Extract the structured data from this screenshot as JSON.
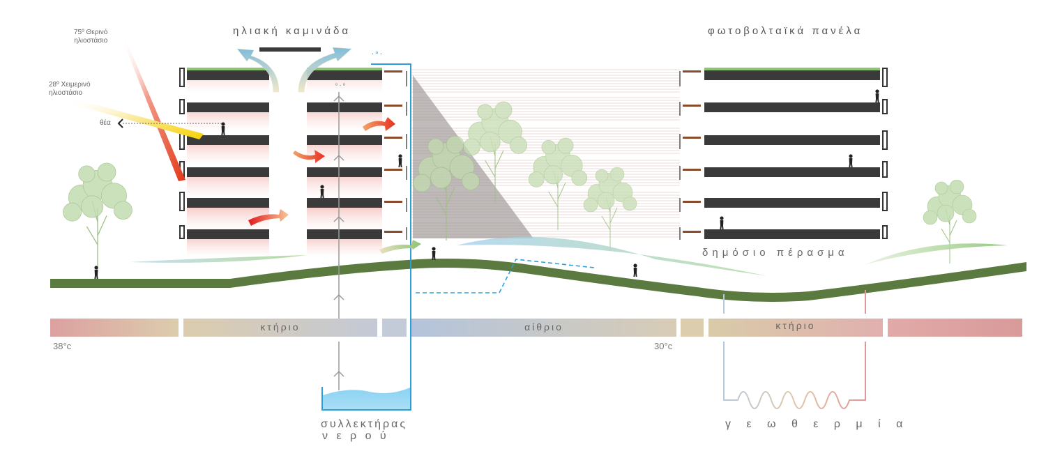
{
  "labels": {
    "solar_chimney": "ηλιακή καμινάδα",
    "pv_panels": "φωτοβολταϊκά πανέλα",
    "summer_solstice": "75º Θερινό\nηλιοστάσιο",
    "winter_solstice": "28º Χειμερινό\nηλιοστάσιο",
    "view": "θέα",
    "public_passage": "δημόσιο πέρασμα",
    "zone_building_left": "κτήριο",
    "zone_atrium": "αίθριο",
    "zone_building_right": "κτήριο",
    "temp_outside": "38°c",
    "temp_inside": "30°c",
    "water_collector_line1": "συλλεκτήρας",
    "water_collector_line2": "ν ε ρ ο ύ",
    "geothermal": "γ ε ω θ ε ρ μ ί α"
  },
  "colors": {
    "floor_slab": "#3a3a3a",
    "green_roof": "#8cc474",
    "ground": "#5a7a3f",
    "tree": "#9cc084",
    "water": "#2a9fdc",
    "hot": "#d9a3a3",
    "neutral": "#d8ccae",
    "cool": "#b8c8dc",
    "louver": "#8a4a2c"
  },
  "icons": [
    "sun-ray-summer",
    "sun-ray-winter",
    "airflow-arrow-icon",
    "water-drop-icon",
    "tree-icon",
    "person-icon",
    "geothermal-coil-icon"
  ]
}
